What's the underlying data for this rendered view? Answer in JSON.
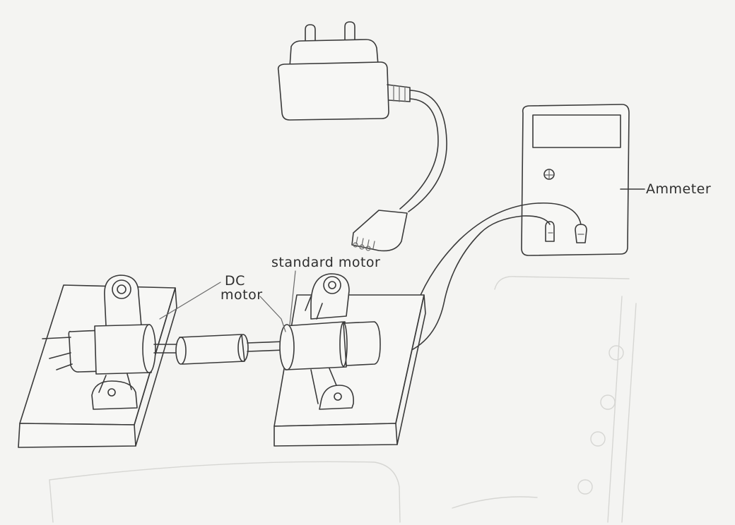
{
  "labels": {
    "standard_motor": "standard motor",
    "dc_motor_line1": "DC",
    "dc_motor_line2": "motor",
    "ammeter": "Ammeter"
  }
}
